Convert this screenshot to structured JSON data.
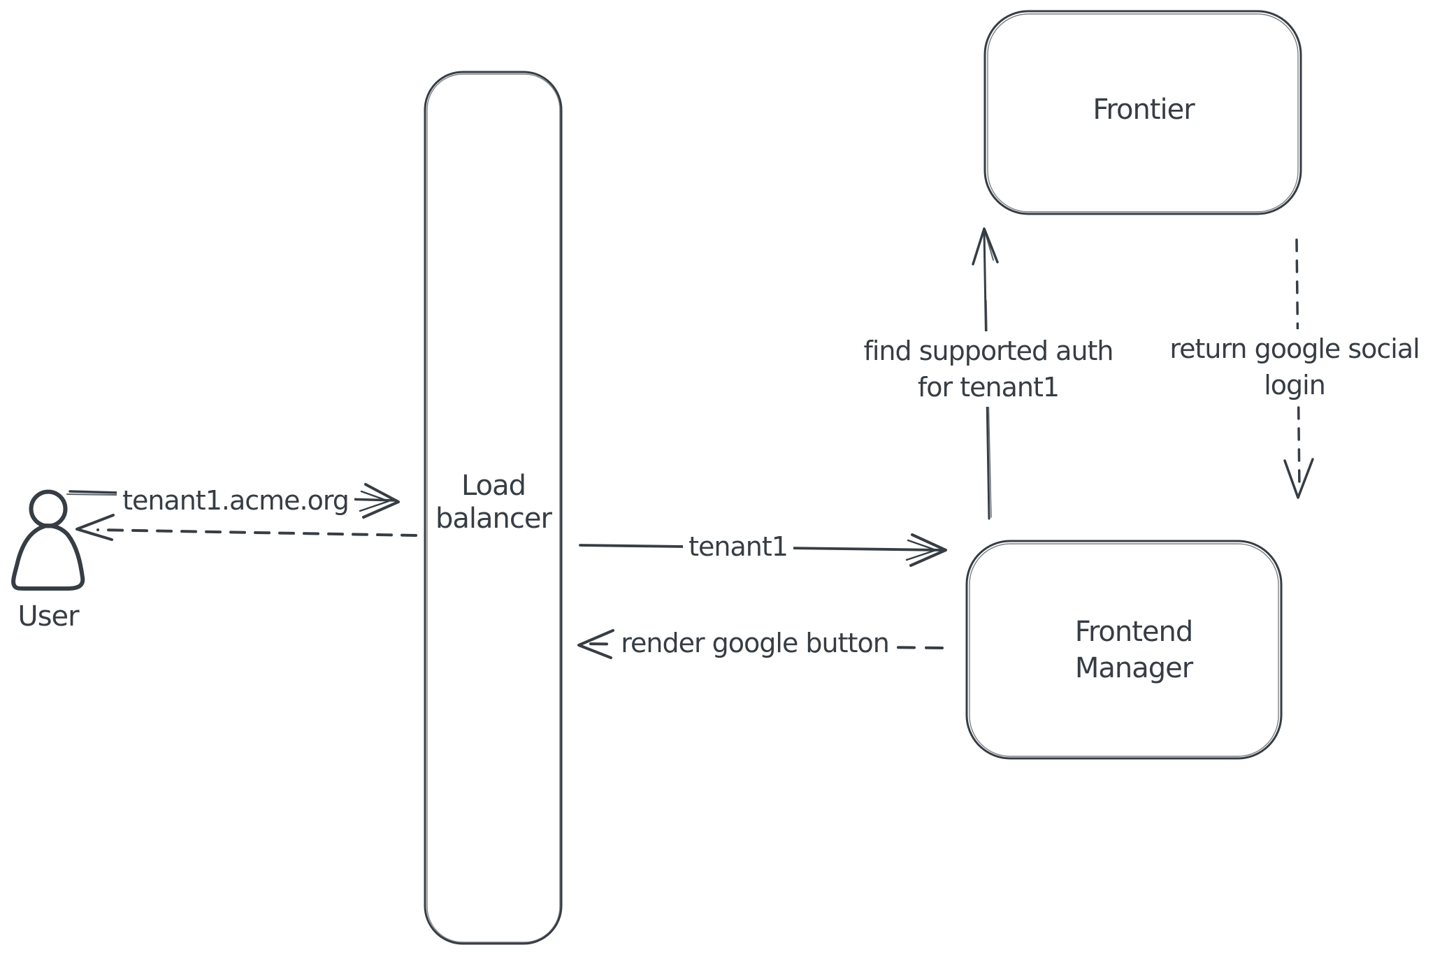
{
  "diagram": {
    "type": "hand-drawn architecture / sequence sketch",
    "colors": {
      "stroke": "#363d44",
      "hatch": "#c9d2d9",
      "background": "#ffffff",
      "label-bg": "#ffffff"
    },
    "actor": {
      "label": "User"
    },
    "nodes": {
      "load_balancer": {
        "line1": "Load",
        "line2": "balancer"
      },
      "frontier": {
        "label": "Frontier"
      },
      "frontend_manager": {
        "line1": "Frontend",
        "line2": "Manager"
      }
    },
    "edges": {
      "user_to_lb": {
        "label": "tenant1.acme.org",
        "style": "solid",
        "direction": "right"
      },
      "lb_to_user": {
        "label": "",
        "style": "dashed",
        "direction": "left"
      },
      "lb_to_fm": {
        "label": "tenant1",
        "style": "solid",
        "direction": "right"
      },
      "fm_to_lb": {
        "label": "render google button",
        "style": "dashed",
        "direction": "left"
      },
      "fm_to_frontier": {
        "label_line1": "find supported auth",
        "label_line2": "for tenant1",
        "style": "solid",
        "direction": "up"
      },
      "frontier_to_fm": {
        "label_line1": "return google social",
        "label_line2": "login",
        "style": "dashed",
        "direction": "down"
      }
    }
  }
}
